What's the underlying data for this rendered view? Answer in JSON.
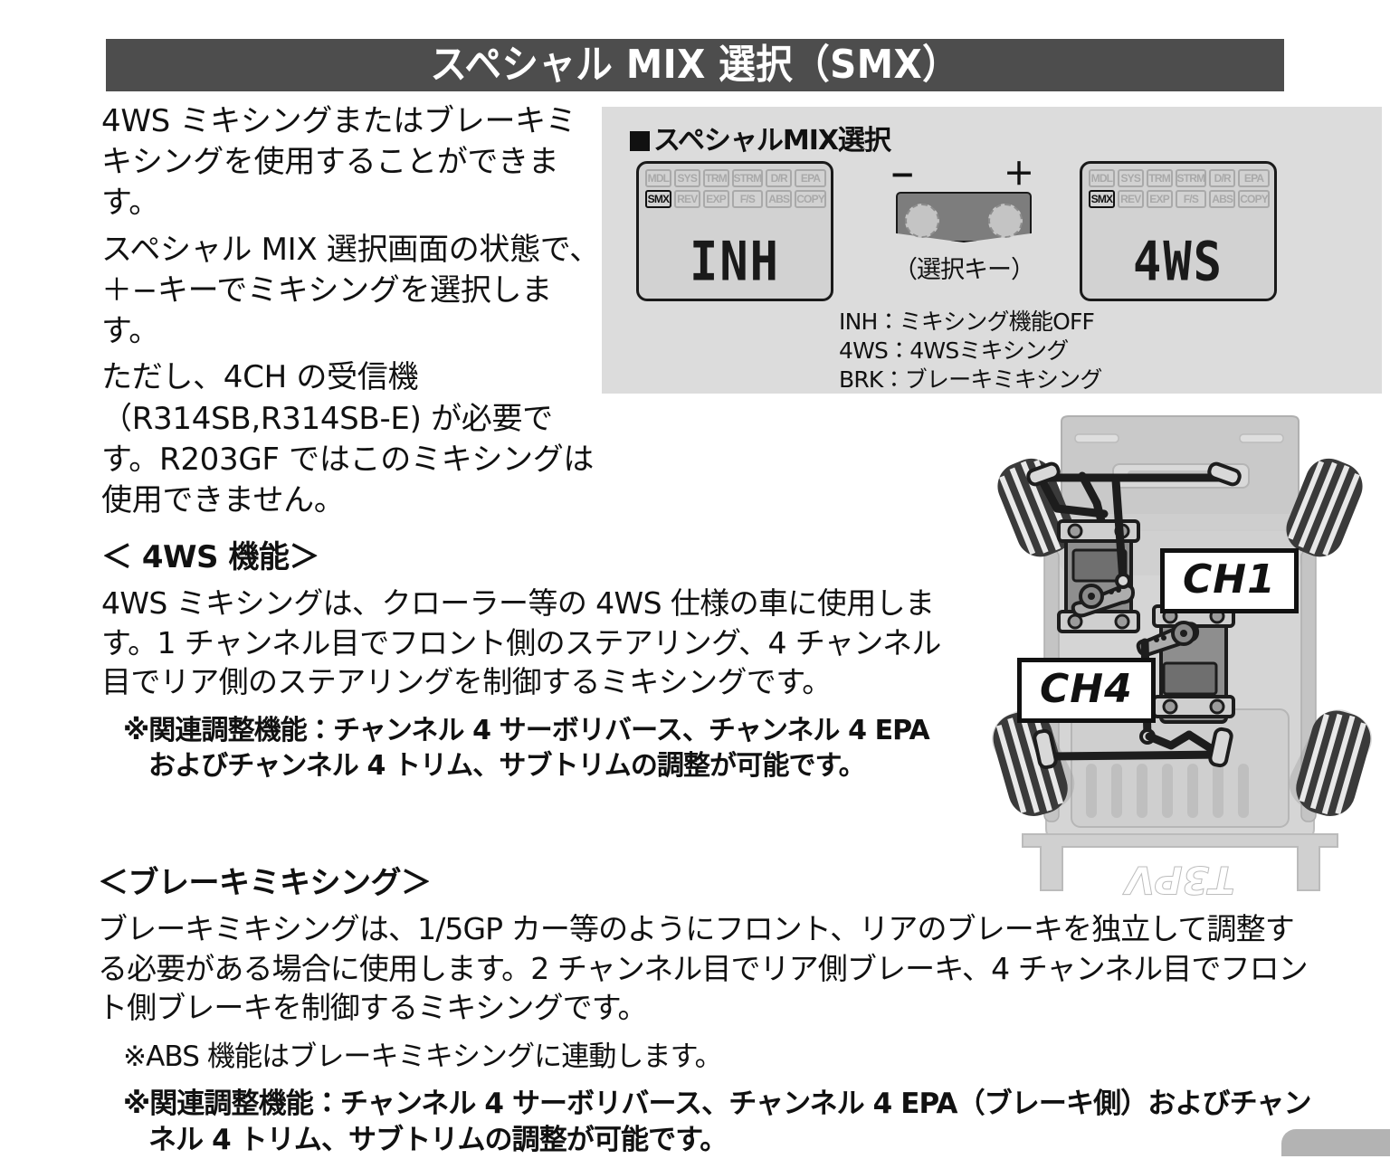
{
  "header": {
    "title": "スペシャル MIX 選択（SMX）"
  },
  "intro": {
    "paragraphs": [
      "4WS ミキシングまたはブレーキミキシングを使用することができます。",
      "スペシャル MIX 選択画面の状態で、＋−キーでミキシングを選択します。",
      "ただし、4CH の受信機（R314SB,R314SB-E) が必要です。R203GF ではこのミキシングは使用できません。"
    ]
  },
  "diagram": {
    "heading": "スペシャルMIX選択",
    "bullet": "square-bullet",
    "lcd_icons_row1": [
      "MDL",
      "SYS",
      "TRM",
      "STRM",
      "D/R",
      "EPA"
    ],
    "lcd_icons_row2": [
      "SMX",
      "REV",
      "EXP",
      "F/S",
      "ABS",
      "COPY"
    ],
    "active_icon": "SMX",
    "lcd_left_value": "INH",
    "lcd_right_value": "4WS",
    "select_key": {
      "minus": "−",
      "plus": "＋",
      "caption": "（選択キー）"
    },
    "legend": [
      "INH：ミキシング機能OFF",
      "4WS：4WSミキシング",
      "BRK：ブレーキミキシング"
    ]
  },
  "section_4ws": {
    "heading": "＜ 4WS 機能＞",
    "body": "4WS ミキシングは、クローラー等の 4WS 仕様の車に使用します。1 チャンネル目でフロント側のステアリング、4 チャンネル目でリア側のステアリングを制御するミキシングです。",
    "note": "※関連調整機能：チャンネル 4 サーボリバース、チャンネル 4 EPA およびチャンネル 4 トリム、サブトリムの調整が可能です。"
  },
  "section_brake": {
    "heading": "＜ブレーキミキシング＞",
    "body": "ブレーキミキシングは、1/5GP カー等のようにフロント、リアのブレーキを独立して調整する必要がある場合に使用します。2 チャンネル目でリア側ブレーキ、4 チャンネル目でフロント側ブレーキを制御するミキシングです。",
    "note1": "※ABS 機能はブレーキミキシングに連動します。",
    "note2": "※関連調整機能：チャンネル 4 サーボリバース、チャンネル 4 EPA（ブレーキ側）およびチャンネル 4 トリム、サブトリムの調整が可能です。"
  },
  "car_illustration": {
    "callout_ch1": "CH1",
    "callout_ch4": "CH4",
    "chassis_label": "T3PV"
  },
  "colors": {
    "header_bar": "#4d4d4d",
    "header_text": "#ffffff",
    "diagram_bg": "#dcdcdc",
    "lcd_bg": "#d2d2d2",
    "lcd_inactive": "#a9a9a9",
    "lcd_active": "#111111",
    "rocker_body": "#7d7d7d",
    "rocker_button": "#c4c4c4",
    "body_text": "#111111"
  }
}
